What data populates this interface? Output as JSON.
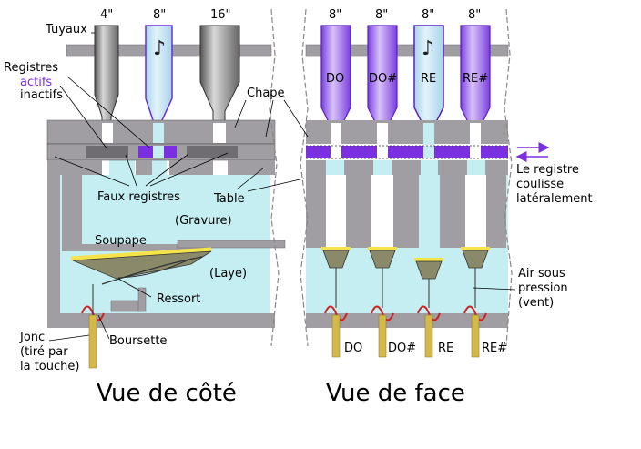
{
  "labels": {
    "tuyaux": "Tuyaux",
    "registres": "Registres",
    "actifs": "actifs",
    "inactifs": "inactifs",
    "chape": "Chape",
    "faux_registres": "Faux registres",
    "table": "Table",
    "gravure": "(Gravure)",
    "soupape": "Soupape",
    "laye": "(Laye)",
    "ressort": "Ressort",
    "boursette": "Boursette",
    "jonc_1": "Jonc",
    "jonc_2": "(tiré par",
    "jonc_3": "la touche)",
    "registre_coulisse_1": "Le registre",
    "registre_coulisse_2": "coulisse",
    "registre_coulisse_3": "latéralement",
    "air_1": "Air sous",
    "air_2": "pression",
    "air_3": "(vent)"
  },
  "side_view": {
    "title": "Vue de côté",
    "pipe_sizes": [
      "4\"",
      "8\"",
      "16\""
    ]
  },
  "front_view": {
    "title": "Vue de face",
    "pipe_sizes": [
      "8\"",
      "8\"",
      "8\"",
      "8\""
    ],
    "pipe_notes": [
      "DO",
      "DO#",
      "RE",
      "RE#"
    ],
    "key_notes": [
      "DO",
      "DO#",
      "RE",
      "RE#"
    ]
  },
  "colors": {
    "wood": "#a09ea3",
    "wood_dark": "#6f6d72",
    "air": "#c4eef2",
    "active": "#7a2fe0",
    "pipe_violet": "#9966e6",
    "pipe_blue": "#bfe2f2",
    "seal_yellow": "#f5e34a",
    "jonc": "#d4b84a",
    "spring": "#cc2222"
  }
}
